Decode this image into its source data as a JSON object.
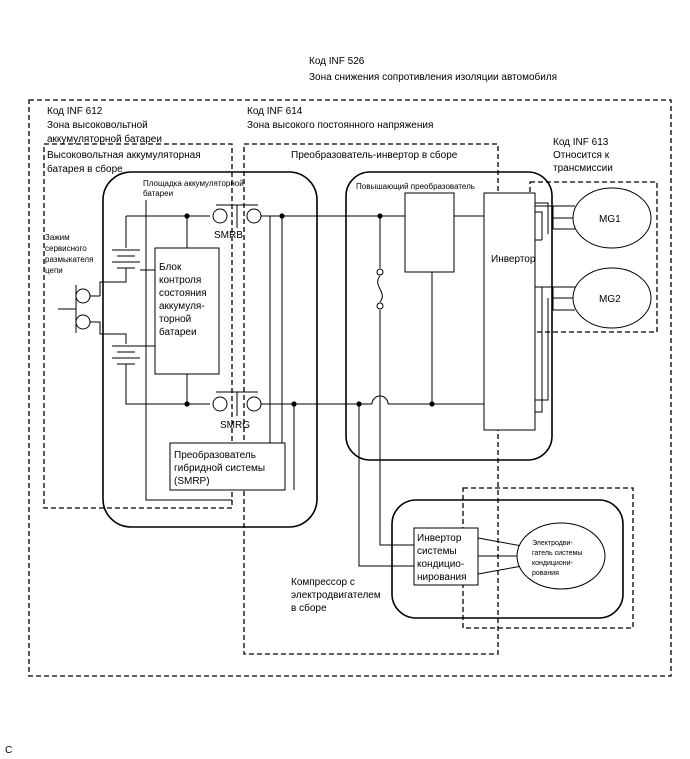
{
  "zones": {
    "inf526": {
      "code": "Код INF 526",
      "name": "Зона снижения сопротивления изоляции автомобиля"
    },
    "inf612": {
      "code": "Код INF 612",
      "name_lines": [
        "Зона высоковольтной",
        "аккумуляторной батареи"
      ]
    },
    "inf614": {
      "code": "Код INF 614",
      "name": "Зона высокого постоянного напряжения"
    },
    "inf613": {
      "code": "Код INF 613",
      "name_lines": [
        "Относится к",
        "трансмиссии"
      ]
    }
  },
  "battery_assembly": {
    "title_lines": [
      "Высоковольтная аккумуляторная",
      "батарея в сборе"
    ]
  },
  "battery_plate": {
    "label_lines": [
      "Площадка аккумуляторной",
      "батареи"
    ]
  },
  "service_plug": {
    "label_lines": [
      "Зажим",
      "сервисного",
      "размыкателя",
      "цепи"
    ]
  },
  "battery_ecu": {
    "label_lines": [
      "Блок",
      "контроля",
      "состояния",
      "аккумуля-",
      "торной",
      "батареи"
    ]
  },
  "relays": {
    "smrb": "SMRB",
    "smrg": "SMRG"
  },
  "smrp_box": {
    "label_lines": [
      "Преобразователь",
      "гибридной системы",
      "(SMRP)"
    ]
  },
  "inverter_assembly": {
    "title": "Преобразователь-инвертор в сборе"
  },
  "boost_converter": {
    "label": "Повышающий преобразователь"
  },
  "inverter": {
    "label": "Инвертор"
  },
  "motors": {
    "mg1": "MG1",
    "mg2": "MG2"
  },
  "ac_inverter": {
    "label_lines": [
      "Инвертор",
      "системы",
      "кондицио-",
      "нирования"
    ]
  },
  "ac_motor": {
    "label_lines": [
      "Электродви-",
      "гатель системы",
      "кондициони-",
      "рования"
    ]
  },
  "compressor": {
    "label_lines": [
      "Компрессор с",
      "электродвигателем",
      "в сборе"
    ]
  },
  "corner_mark": "C"
}
